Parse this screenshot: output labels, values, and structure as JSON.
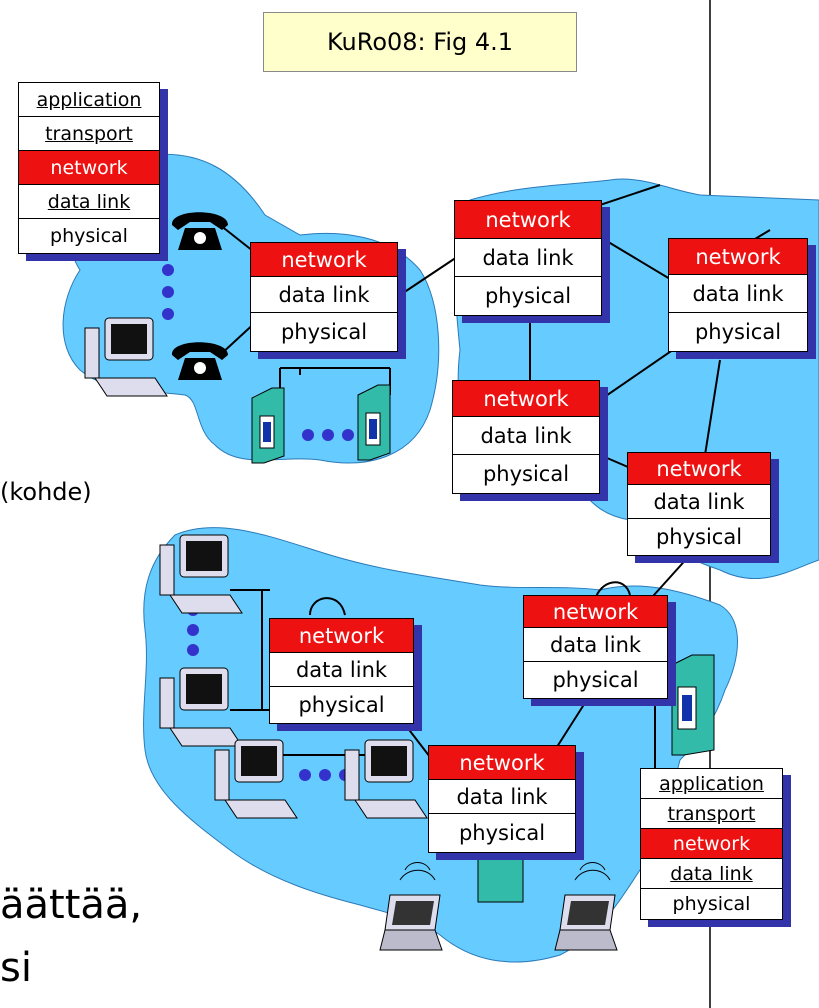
{
  "caption": "KuRo08: Fig 4.1",
  "labels": {
    "application": "application",
    "transport": "transport",
    "network": "network",
    "data_link": "data link",
    "physical": "physical"
  },
  "side_text": {
    "kohde": "(kohde)",
    "aattaa": "äättää,",
    "si": "si"
  },
  "colors": {
    "cloud": "#66ccff",
    "network_layer": "#ee1111",
    "shadow": "#3333aa",
    "caption_bg": "#ffffcc"
  }
}
